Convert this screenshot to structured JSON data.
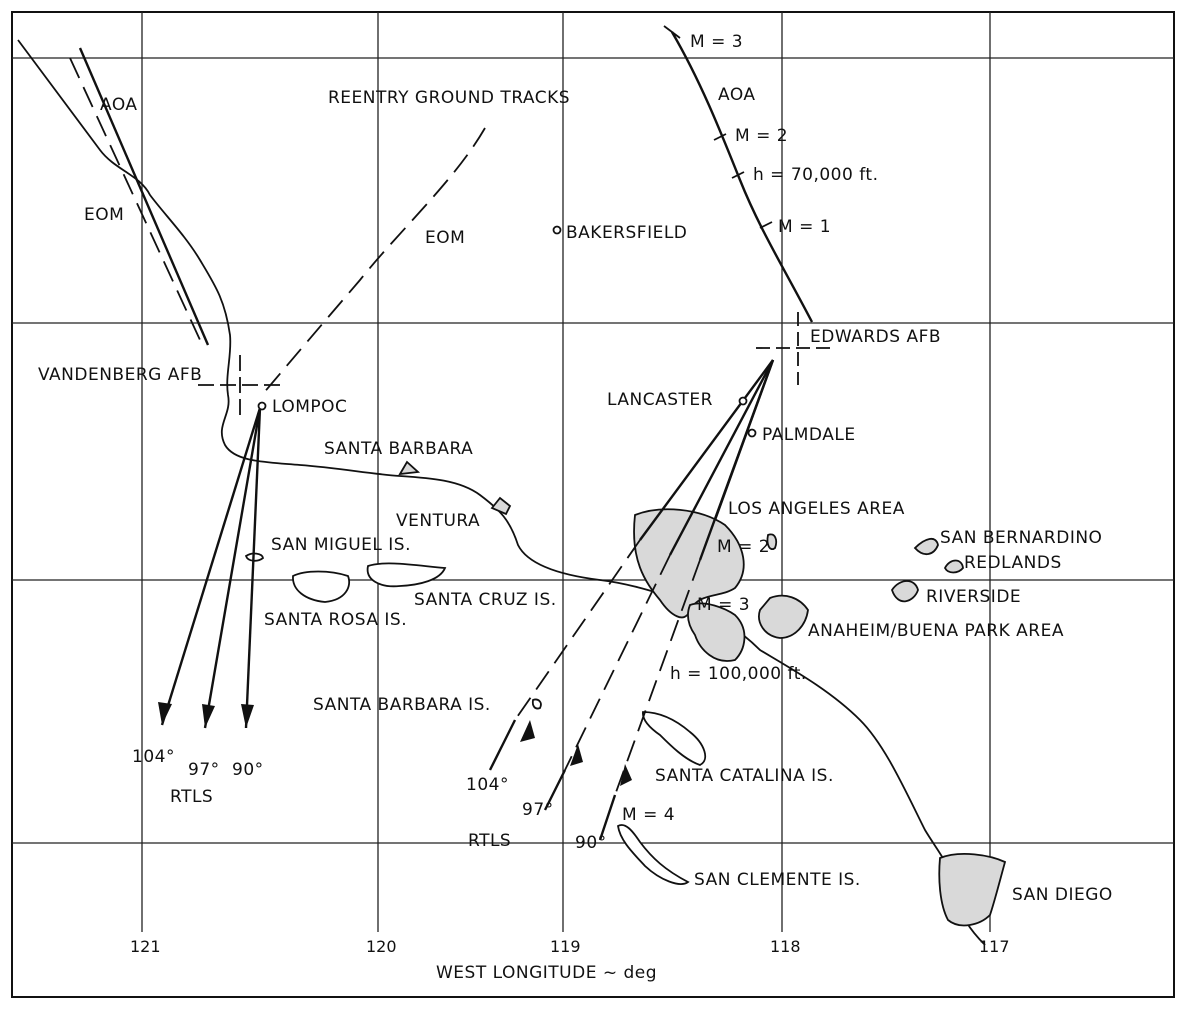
{
  "title": "REENTRY GROUND TRACKS",
  "axis": {
    "xlabel": "WEST LONGITUDE ~ deg",
    "ticks": [
      "121",
      "120",
      "119",
      "118",
      "117"
    ]
  },
  "bases": {
    "vandenberg": "VANDENBERG AFB",
    "edwards": "EDWARDS AFB"
  },
  "cities": {
    "lompoc": "LOMPOC",
    "bakersfield": "BAKERSFIELD",
    "lancaster": "LANCASTER",
    "palmdale": "PALMDALE",
    "santa_barbara": "SANTA BARBARA",
    "ventura": "VENTURA",
    "los_angeles": "LOS ANGELES AREA",
    "san_bernardino": "SAN BERNARDINO",
    "redlands": "REDLANDS",
    "riverside": "RIVERSIDE",
    "anaheim": "ANAHEIM/BUENA PARK AREA",
    "san_diego": "SAN DIEGO"
  },
  "islands": {
    "san_miguel": "SAN MIGUEL IS.",
    "santa_rosa": "SANTA ROSA IS.",
    "santa_cruz": "SANTA CRUZ IS.",
    "santa_barbara_is": "SANTA BARBARA IS.",
    "santa_catalina": "SANTA CATALINA IS.",
    "san_clemente": "SAN CLEMENTE IS."
  },
  "tracks": {
    "aoa_west": "AOA",
    "eom_west": "EOM",
    "eom_mid": "EOM",
    "aoa_east": "AOA",
    "m3_top": "M = 3",
    "m2_top": "M = 2",
    "h70": "h = 70,000 ft.",
    "m1": "M = 1",
    "m2_la": "M = 2",
    "m3_la": "M = 3",
    "h100": "h = 100,000 ft.",
    "m4": "M = 4"
  },
  "rtls_west": {
    "label": "RTLS",
    "angles": [
      "104°",
      "97°",
      "90°"
    ]
  },
  "rtls_east": {
    "label": "RTLS",
    "angles": [
      "104°",
      "97°",
      "90°"
    ]
  }
}
